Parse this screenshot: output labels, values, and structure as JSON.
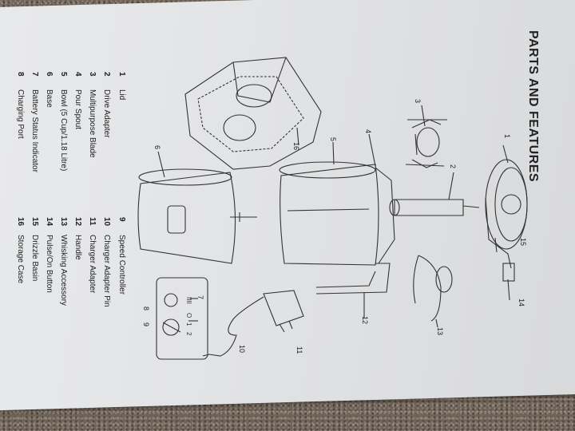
{
  "title": "PARTS AND FEATURES",
  "parts_left": [
    {
      "num": "1",
      "label": "Lid"
    },
    {
      "num": "2",
      "label": "Drive Adapter"
    },
    {
      "num": "3",
      "label": "Multipurpose Blade"
    },
    {
      "num": "4",
      "label": "Pour Spout"
    },
    {
      "num": "5",
      "label": "Bowl (5 Cup/1.18 Litre)"
    },
    {
      "num": "6",
      "label": "Base"
    },
    {
      "num": "7",
      "label": "Battery Status Indicator"
    },
    {
      "num": "8",
      "label": "Charging Port"
    }
  ],
  "parts_right": [
    {
      "num": "9",
      "label": "Speed Controller"
    },
    {
      "num": "10",
      "label": "Charger Adapter Pin"
    },
    {
      "num": "11",
      "label": "Charger Adapter"
    },
    {
      "num": "12",
      "label": "Handle"
    },
    {
      "num": "13",
      "label": "Whisking Accessory"
    },
    {
      "num": "14",
      "label": "Pulse/On Button"
    },
    {
      "num": "15",
      "label": "Drizzle Basin"
    },
    {
      "num": "16",
      "label": "Storage Case"
    }
  ],
  "callouts": [
    "1",
    "2",
    "3",
    "4",
    "5",
    "6",
    "7",
    "8",
    "9",
    "10",
    "11",
    "12",
    "13",
    "14",
    "15",
    "16"
  ],
  "speed_marks": [
    "O",
    "1",
    "2"
  ]
}
